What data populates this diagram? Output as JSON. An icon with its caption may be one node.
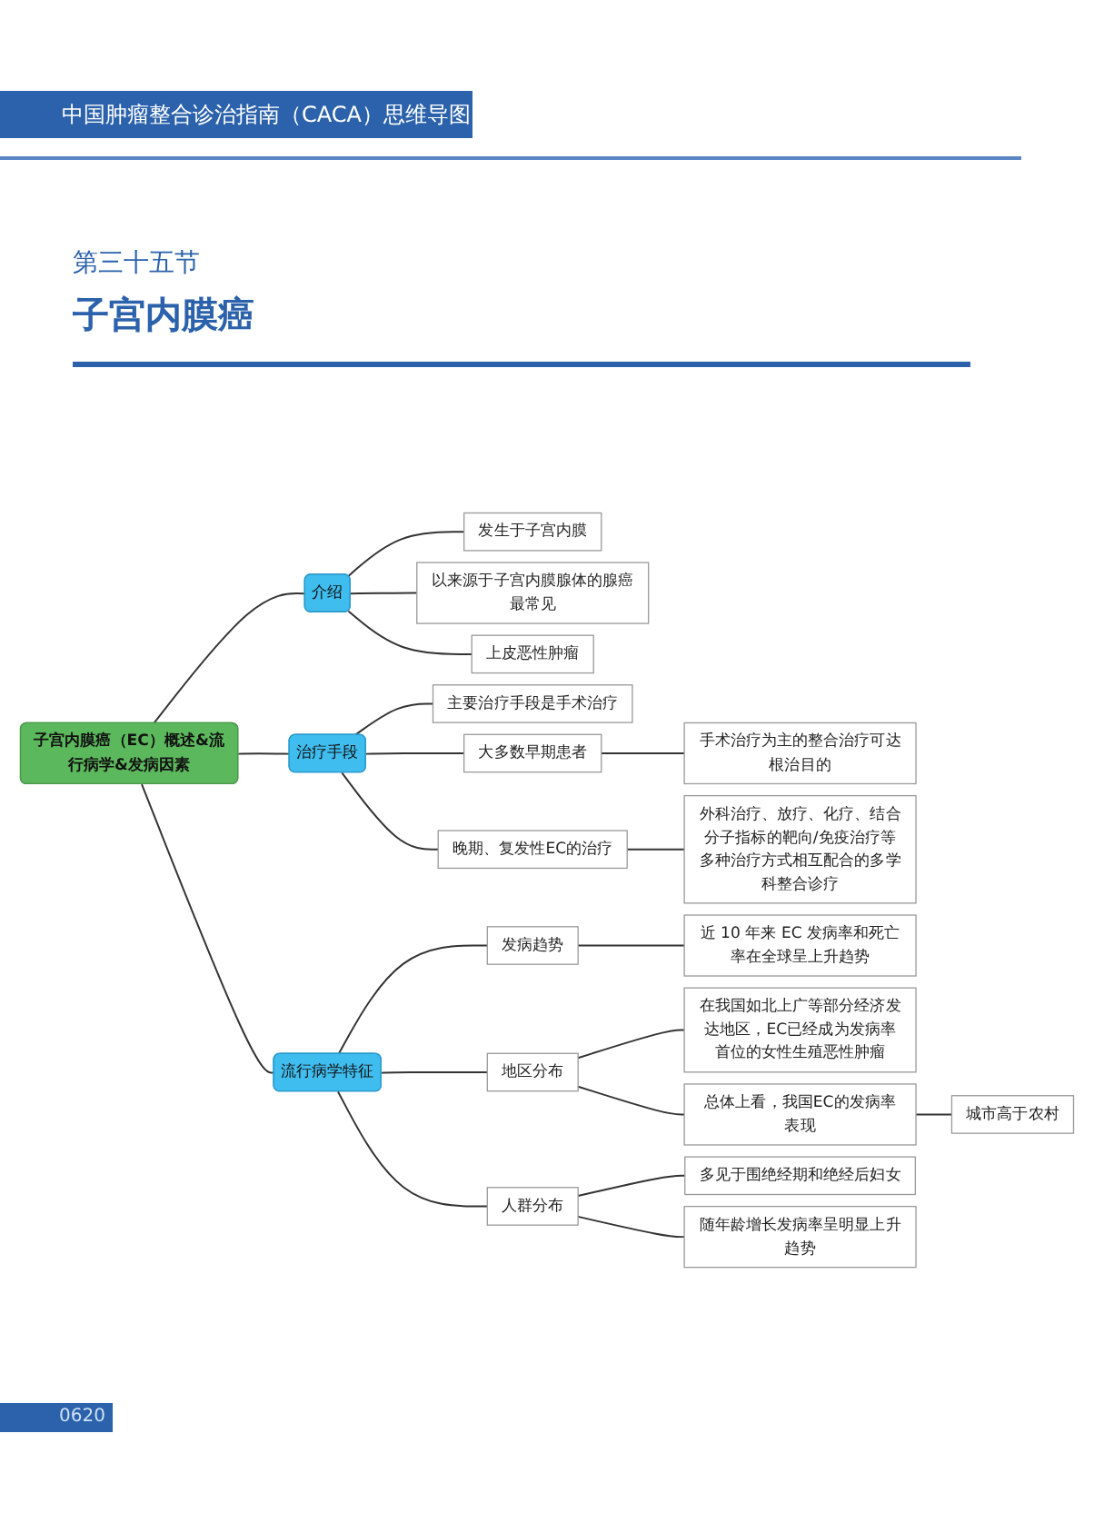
{
  "diagram": {
    "title": "子宫内膜癌",
    "nodes": [
      {
        "text": [
          "子宫内膜癌（EC）概述&流行病学&发病因素"
        ]
      },
      {
        "text": [
          "介绍"
        ]
      },
      {
        "text": [
          "发生于子宫内膜"
        ]
      },
      {
        "text": [
          "以来源于子宫内膜腺体的腺癌最常见"
        ]
      },
      {
        "text": [
          "上皮恶性肿瘤"
        ]
      },
      {
        "text": [
          "治疗手段"
        ]
      },
      {
        "text": [
          "主要治疗手段是手术治疗"
        ]
      },
      {
        "text": [
          "大多数早期患者"
        ]
      },
      {
        "text": [
          "手术治疗为主的整合治疗可达根治目的"
        ]
      },
      {
        "text": [
          "晚期、复发性EC的治疗"
        ]
      },
      {
        "text": [
          "外科治疗、放疗、化疗、结合分子指标的靶向/免疫治疗等多种治疗方式相互配合的多学科整合诊疗"
        ]
      },
      {
        "text": [
          "流行病学特征"
        ]
      },
      {
        "text": [
          "发病趋势"
        ]
      },
      {
        "text": [
          "近 10 年来 EC 发病率和死亡率在全球呈上升趋势"
        ]
      },
      {
        "text": [
          "地区分布"
        ]
      },
      {
        "text": [
          "在我国如北上广等部分经济发达地区，EC已经成为发病率首位的女性生殖恶性肿瘤"
        ]
      },
      {
        "text": [
          "总体上看，我国EC的发病率表现"
        ]
      },
      {
        "text": [
          "城市高于农村"
        ]
      },
      {
        "text": [
          "人群分布"
        ]
      },
      {
        "text": [
          "多见于围绝经期和绝经后妇女"
        ]
      },
      {
        "text": [
          "随年龄增长发病率呈明显上升趋势"
        ]
      }
    ],
    "edges": [
      {
        "from": 0,
        "to": 1,
        "arrow": "none"
      },
      {
        "from": 1,
        "to": 2,
        "arrow": "none"
      },
      {
        "from": 1,
        "to": 3,
        "arrow": "none"
      },
      {
        "from": 1,
        "to": 4,
        "arrow": "none"
      },
      {
        "from": 0,
        "to": 5,
        "arrow": "none"
      },
      {
        "from": 5,
        "to": 6,
        "arrow": "none"
      },
      {
        "from": 5,
        "to": 7,
        "arrow": "none"
      },
      {
        "from": 7,
        "to": 8,
        "arrow": "none"
      },
      {
        "from": 5,
        "to": 9,
        "arrow": "none"
      },
      {
        "from": 9,
        "to": 10,
        "arrow": "none"
      },
      {
        "from": 0,
        "to": 11,
        "arrow": "none"
      },
      {
        "from": 11,
        "to": 12,
        "arrow": "none"
      },
      {
        "from": 12,
        "to": 13,
        "arrow": "none"
      },
      {
        "from": 11,
        "to": 14,
        "arrow": "none"
      },
      {
        "from": 14,
        "to": 15,
        "arrow": "none"
      },
      {
        "from": 14,
        "to": 16,
        "arrow": "none"
      },
      {
        "from": 16,
        "to": 17,
        "arrow": "none"
      },
      {
        "from": 11,
        "to": 18,
        "arrow": "none"
      },
      {
        "from": 18,
        "to": 19,
        "arrow": "none"
      },
      {
        "from": 18,
        "to": 20,
        "arrow": "none"
      }
    ],
    "labels": [
      "中国肿瘤整合诊治指南（CACA）思维导图",
      "第三十五节",
      "0620"
    ]
  }
}
